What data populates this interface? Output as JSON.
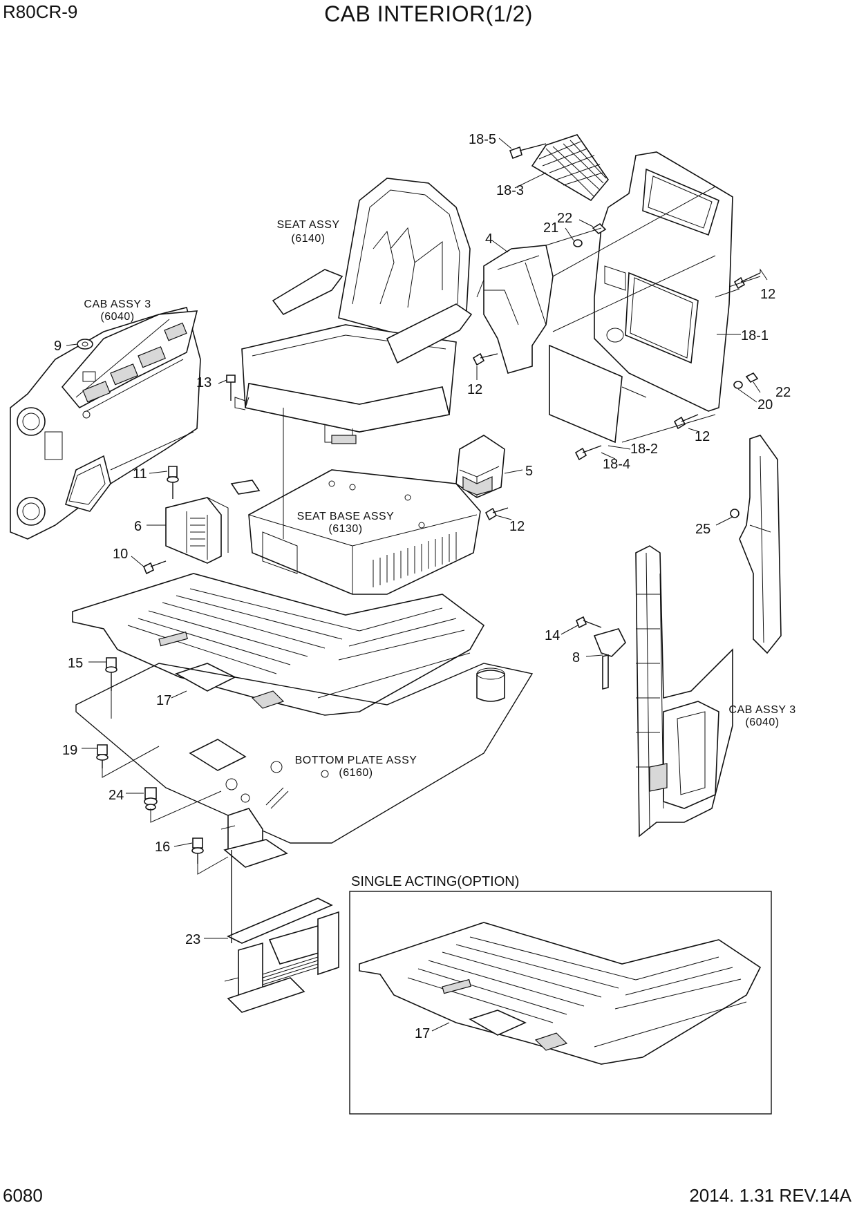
{
  "header": {
    "model": "R80CR-9",
    "title": "CAB INTERIOR(1/2)"
  },
  "footer": {
    "page": "6080",
    "date_rev": "2014. 1.31  REV.14A"
  },
  "assemblies": {
    "seat": {
      "name": "SEAT ASSY",
      "ref": "(6140)"
    },
    "cab_left": {
      "name": "CAB ASSY 3",
      "ref": "(6040)"
    },
    "cab_right": {
      "name": "CAB ASSY 3",
      "ref": "(6040)"
    },
    "seat_base": {
      "name": "SEAT BASE ASSY",
      "ref": "(6130)"
    },
    "bottom_plate": {
      "name": "BOTTOM PLATE ASSY",
      "ref": "(6160)"
    }
  },
  "option_box": {
    "title": "SINGLE ACTING(OPTION)"
  },
  "callouts": {
    "c18_5": "18-5",
    "c18_3": "18-3",
    "c22a": "22",
    "c21": "21",
    "c4": "4",
    "c12a": "12",
    "c18_1": "18-1",
    "c12b": "12",
    "c22b": "22",
    "c20": "20",
    "c12c": "12",
    "c18_2": "18-2",
    "c18_4": "18-4",
    "c5": "5",
    "c12d": "12",
    "c25": "25",
    "c9": "9",
    "c13": "13",
    "c11": "11",
    "c6": "6",
    "c10": "10",
    "c14": "14",
    "c8": "8",
    "c15": "15",
    "c17": "17",
    "c19": "19",
    "c24": "24",
    "c16": "16",
    "c23": "23",
    "c17b": "17"
  }
}
